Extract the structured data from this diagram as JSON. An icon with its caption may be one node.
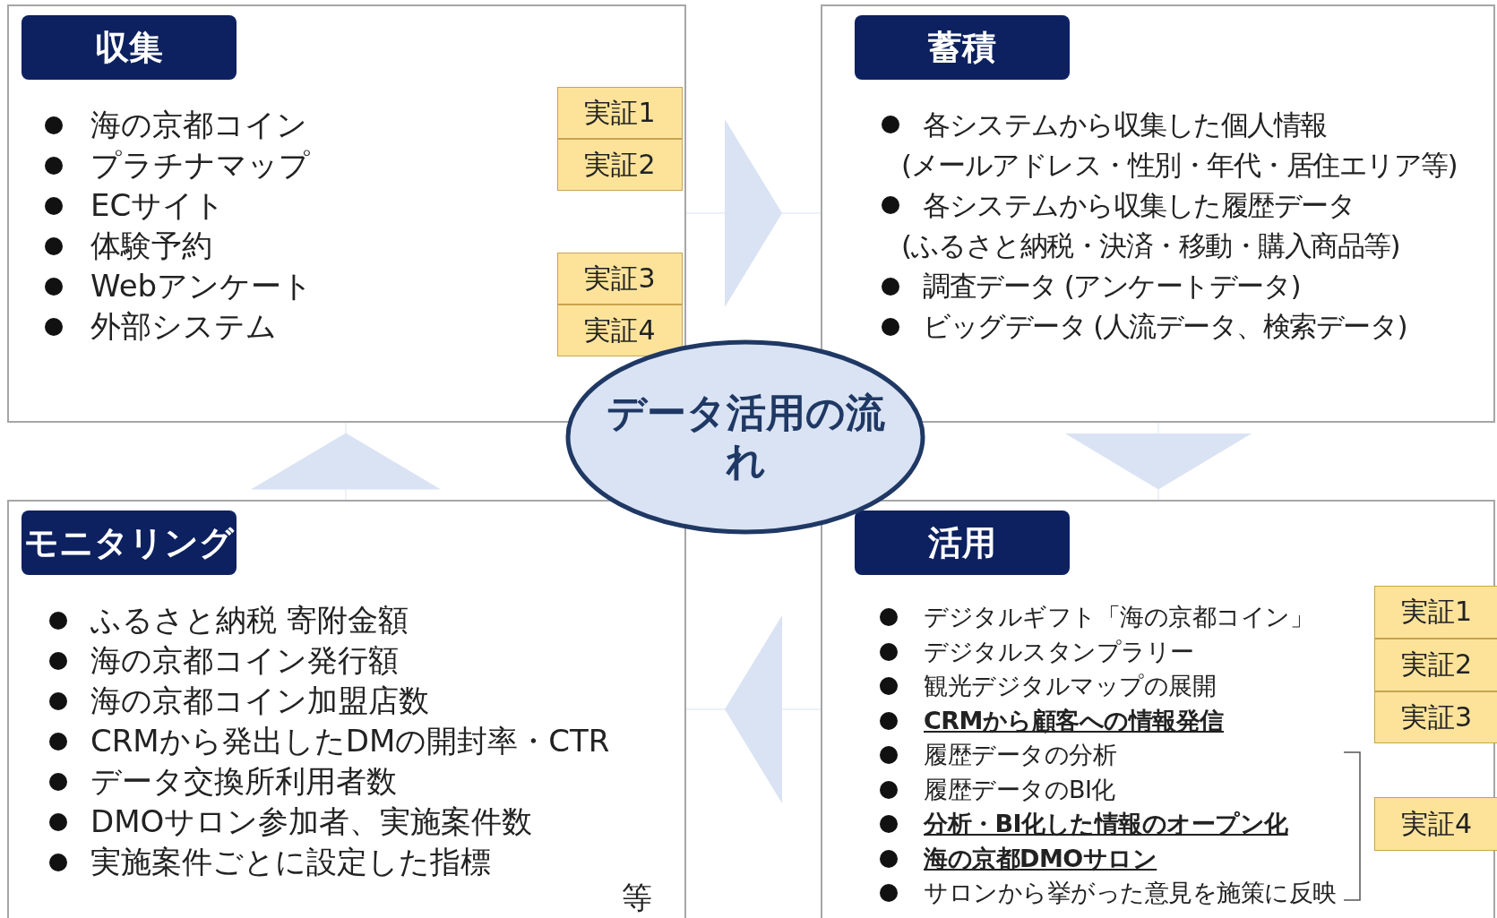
{
  "diagram": {
    "nodes": [
      {
        "text": [
          "収集",
          "海の京都コイン",
          "プラチナマップ",
          "ECサイト",
          "体験予約",
          "Webアンケート",
          "外部システム"
        ]
      },
      {
        "text": [
          "実証1"
        ],
        "in": 0
      },
      {
        "text": [
          "実証2"
        ],
        "in": 0
      },
      {
        "text": [
          "実証3"
        ],
        "in": 0
      },
      {
        "text": [
          "実証4"
        ],
        "in": 0
      },
      {
        "text": [
          "蓄積",
          "各システムから収集した個人情報(メールアドレス・性別・年代・居住エリア等)",
          "各システムから収集した履歴データ(ふるさと納税・決済・移動・購入商品等)",
          "調査データ (アンケートデータ)",
          "ビッグデータ (人流データ、検索データ)"
        ]
      },
      {
        "text": [
          "データ活用の流れ"
        ]
      },
      {
        "text": [
          "モニタリング",
          "ふるさと納税 寄附金額",
          "海の京都コイン発行額",
          "海の京都コイン加盟店数",
          "CRMから発出したDMの開封率・CTR",
          "データ交換所利用者数",
          "DMOサロン参加者、実施案件数",
          "実施案件ごとに設定した指標",
          "等"
        ]
      },
      {
        "text": [
          "活用",
          "デジタルギフト「海の京都コイン」",
          "デジタルスタンプラリー",
          "観光デジタルマップの展開",
          "CRMから顧客への情報発信",
          "履歴データの分析",
          "履歴データのBI化",
          "分析・BI化した情報のオープン化",
          "海の京都DMOサロン",
          "サロンから挙がった意見を施策に反映"
        ]
      },
      {
        "text": [
          "実証1"
        ],
        "in": 8
      },
      {
        "text": [
          "実証2"
        ],
        "in": 8
      },
      {
        "text": [
          "実証3"
        ],
        "in": 8
      },
      {
        "text": [
          "実証4"
        ],
        "in": 8
      }
    ],
    "edges": [
      {
        "from": 0,
        "to": 5,
        "arrow": "to"
      },
      {
        "from": 5,
        "to": 8,
        "arrow": "to"
      },
      {
        "from": 8,
        "to": 7,
        "arrow": "to"
      },
      {
        "from": 7,
        "to": 0,
        "arrow": "to"
      }
    ]
  }
}
